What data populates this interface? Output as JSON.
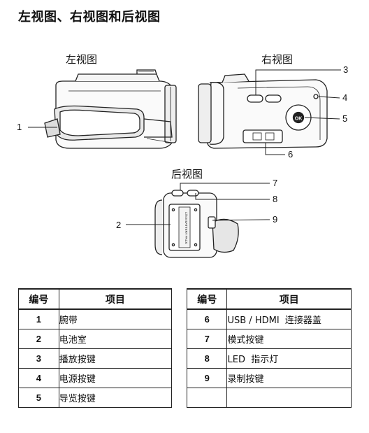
{
  "heading": "左视图、右视图和后视图",
  "views": {
    "left": "左视图",
    "right": "右视图",
    "rear": "后视图"
  },
  "callouts": [
    "1",
    "2",
    "3",
    "4",
    "5",
    "6",
    "7",
    "8",
    "9"
  ],
  "device_labels": {
    "ok_button": "OK",
    "battery_text": "Li-ion BATTERY PACK"
  },
  "table_left": {
    "headers": [
      "编号",
      "项目"
    ],
    "rows": [
      {
        "num": "1",
        "item": "腕带"
      },
      {
        "num": "2",
        "item": "电池室"
      },
      {
        "num": "3",
        "item": "播放按键"
      },
      {
        "num": "4",
        "item": "电源按键"
      },
      {
        "num": "5",
        "item": "导览按键"
      }
    ]
  },
  "table_right": {
    "headers": [
      "编号",
      "项目"
    ],
    "rows": [
      {
        "num": "6",
        "item": "USB / HDMI  连接器盖"
      },
      {
        "num": "7",
        "item": "模式按键"
      },
      {
        "num": "8",
        "item": "LED  指示灯"
      },
      {
        "num": "9",
        "item": "录制按键"
      },
      {
        "num": "",
        "item": ""
      }
    ]
  }
}
